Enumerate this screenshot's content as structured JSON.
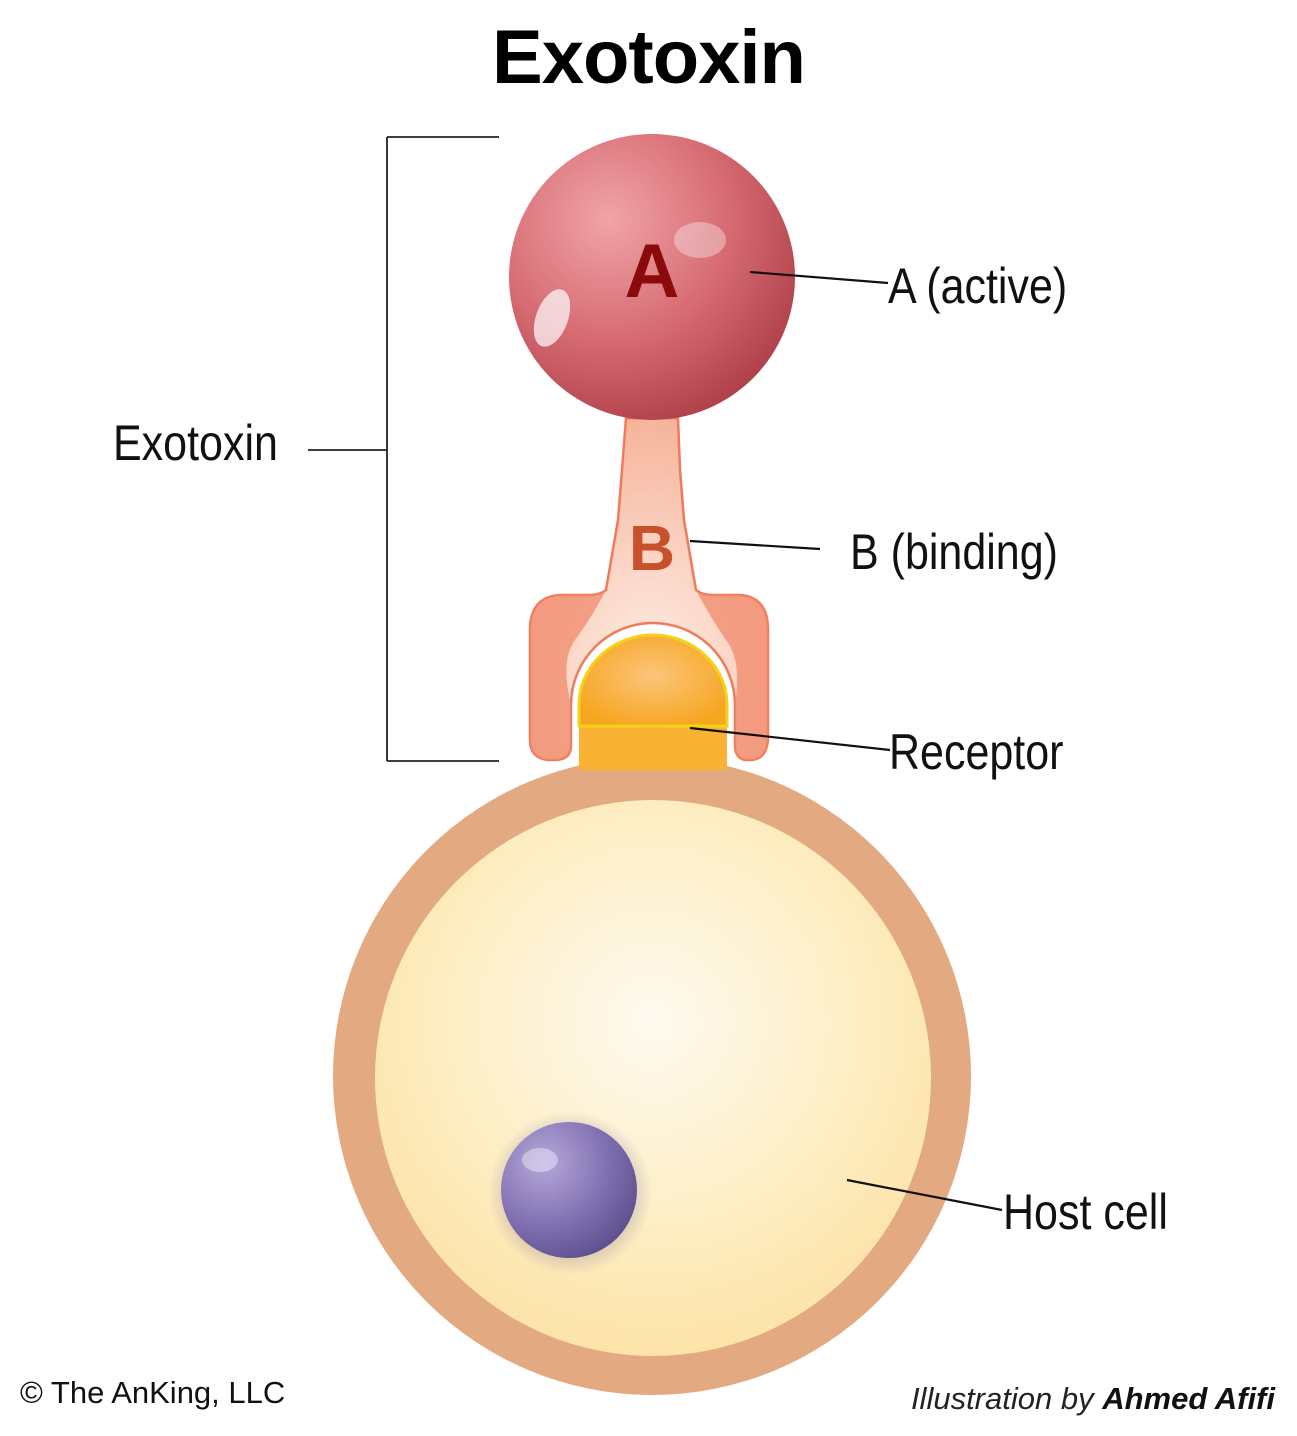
{
  "title": "Exotoxin",
  "subunits": {
    "a_letter": "A",
    "b_letter": "B"
  },
  "labels": {
    "exotoxin": "Exotoxin",
    "a_active": "A (active)",
    "b_binding": "B (binding)",
    "receptor": "Receptor",
    "host_cell": "Host cell"
  },
  "footer": {
    "copyright": "© The AnKing, LLC",
    "illustration_prefix": "Illustration by",
    "author": "Ahmed Afifi"
  },
  "colors": {
    "a_subunit": "#c9515a",
    "a_letter": "#8b0a0a",
    "b_subunit": "#f08a6c",
    "b_letter": "#c8502a",
    "receptor": "#f9b233",
    "cell_membrane": "#e3aa82",
    "cytoplasm": "#fde9b4",
    "nucleus": "#6d5f9f"
  }
}
